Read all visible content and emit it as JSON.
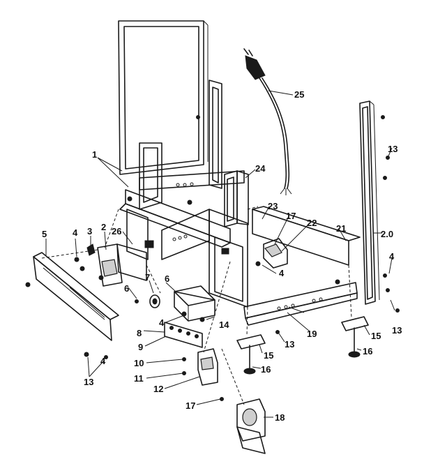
{
  "callouts": [
    {
      "id": "c1",
      "text": "1"
    },
    {
      "id": "c2",
      "text": "2"
    },
    {
      "id": "c3",
      "text": "3"
    },
    {
      "id": "c4a",
      "text": "4"
    },
    {
      "id": "c4b",
      "text": "4"
    },
    {
      "id": "c4c",
      "text": "4"
    },
    {
      "id": "c4d",
      "text": "4"
    },
    {
      "id": "c4e",
      "text": "4"
    },
    {
      "id": "c5",
      "text": "5"
    },
    {
      "id": "c6a",
      "text": "6"
    },
    {
      "id": "c6b",
      "text": "6"
    },
    {
      "id": "c7",
      "text": "7"
    },
    {
      "id": "c8",
      "text": "8"
    },
    {
      "id": "c9",
      "text": "9"
    },
    {
      "id": "c10",
      "text": "10"
    },
    {
      "id": "c11",
      "text": "11"
    },
    {
      "id": "c12",
      "text": "12"
    },
    {
      "id": "c13a",
      "text": "13"
    },
    {
      "id": "c13b",
      "text": "13"
    },
    {
      "id": "c13c",
      "text": "13"
    },
    {
      "id": "c13d",
      "text": "13"
    },
    {
      "id": "c14",
      "text": "14"
    },
    {
      "id": "c15a",
      "text": "15"
    },
    {
      "id": "c15b",
      "text": "15"
    },
    {
      "id": "c16a",
      "text": "16"
    },
    {
      "id": "c16b",
      "text": "16"
    },
    {
      "id": "c17a",
      "text": "17"
    },
    {
      "id": "c17b",
      "text": "17"
    },
    {
      "id": "c18",
      "text": "18"
    },
    {
      "id": "c19",
      "text": "19"
    },
    {
      "id": "c20",
      "text": "2.0"
    },
    {
      "id": "c21",
      "text": "21"
    },
    {
      "id": "c22",
      "text": "22"
    },
    {
      "id": "c23",
      "text": "23"
    },
    {
      "id": "c24",
      "text": "24"
    },
    {
      "id": "c25",
      "text": "25"
    },
    {
      "id": "c26",
      "text": "26"
    }
  ]
}
